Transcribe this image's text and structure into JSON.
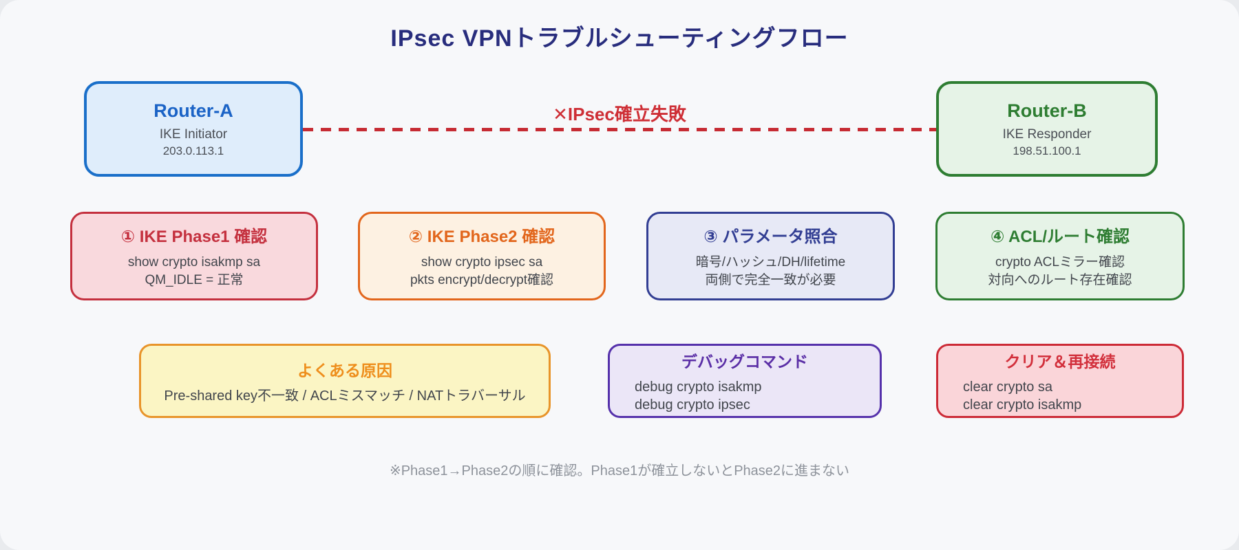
{
  "title": "IPsec VPNトラブルシューティングフロー",
  "connection": {
    "failure_label": "✕IPsec確立失敗"
  },
  "routers": [
    {
      "name": "Router-A",
      "role": "IKE Initiator",
      "ip": "203.0.113.1"
    },
    {
      "name": "Router-B",
      "role": "IKE Responder",
      "ip": "198.51.100.1"
    }
  ],
  "steps": [
    {
      "title": "① IKE Phase1 確認",
      "lines": [
        "show crypto isakmp sa",
        "QM_IDLE = 正常"
      ]
    },
    {
      "title": "② IKE Phase2 確認",
      "lines": [
        "show crypto ipsec sa",
        "pkts encrypt/decrypt確認"
      ]
    },
    {
      "title": "③ パラメータ照合",
      "lines": [
        "暗号/ハッシュ/DH/lifetime",
        "両側で完全一致が必要"
      ]
    },
    {
      "title": "④ ACL/ルート確認",
      "lines": [
        "crypto ACLミラー確認",
        "対向へのルート存在確認"
      ]
    }
  ],
  "info_boxes": [
    {
      "title": "よくある原因",
      "lines": [
        "Pre-shared key不一致 / ACLミスマッチ / NATトラバーサル"
      ]
    },
    {
      "title": "デバッグコマンド",
      "lines": [
        "debug crypto isakmp",
        "debug crypto ipsec"
      ]
    },
    {
      "title": "クリア＆再接続",
      "lines": [
        "clear crypto sa",
        "clear crypto isakmp"
      ]
    }
  ],
  "footer_note": "※Phase1→Phase2の順に確認。Phase1が確立しないとPhase2に進まない",
  "colors": {
    "card_bg": "#f7f8fa",
    "title_navy": "#282d7d",
    "blue_border": "#1a6fc9",
    "blue_fill": "#dfedfb",
    "green_border": "#2e7d32",
    "green_fill": "#e6f3e7",
    "red_border": "#c4303e",
    "red_fill": "#f9d9dd",
    "orange": "#e2661c",
    "orange_fill": "#fdf1e2",
    "indigo": "#323e93",
    "indigo_fill": "#e7e9f6",
    "amber_border": "#e8942a",
    "yellow_fill": "#fbf5c4",
    "purple": "#5531ab",
    "purple_fill": "#ebe6f7",
    "pink_fill": "#fad5d9",
    "dash_red": "#c62b33",
    "body_text": "#41454c",
    "footer_text": "#8d929a"
  }
}
